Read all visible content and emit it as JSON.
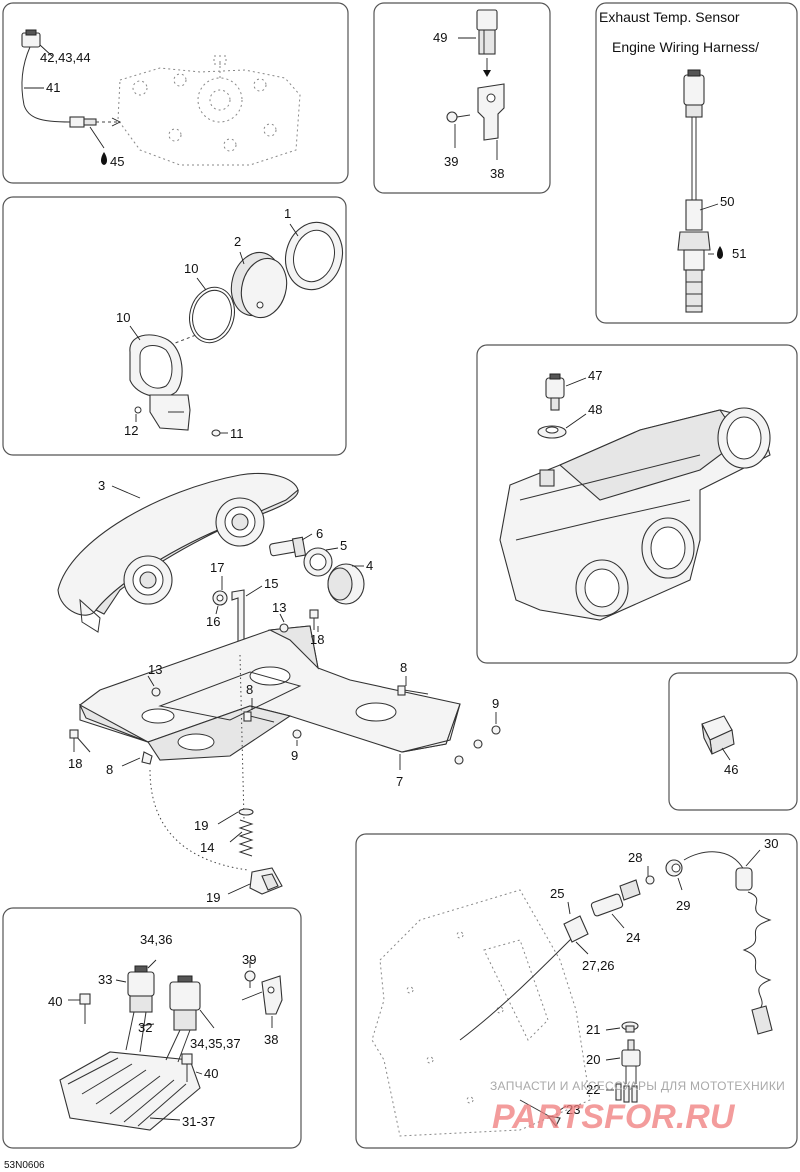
{
  "callouts": {
    "c1": "1",
    "c2": "2",
    "c3": "3",
    "c4": "4",
    "c5": "5",
    "c6": "6",
    "c7": "7",
    "c8": "8",
    "c9": "9",
    "c10": "10",
    "c11": "11",
    "c12": "12",
    "c13": "13",
    "c14": "14",
    "c15": "15",
    "c16": "16",
    "c17": "17",
    "c18": "18",
    "c19": "19",
    "c20": "20",
    "c21": "21",
    "c22": "22",
    "c23": "23",
    "c24": "24",
    "c25": "25",
    "c26": "27,26",
    "c28": "28",
    "c29": "29",
    "c30": "30",
    "c31": "31-37",
    "c32": "32",
    "c33": "33",
    "c34": "34,36",
    "c35": "34,35,37",
    "c38": "38",
    "c39": "39",
    "c40": "40",
    "c41": "41",
    "c42": "42,43,44",
    "c45": "45",
    "c46": "46",
    "c47": "47",
    "c48": "48",
    "c49": "49",
    "c50": "50",
    "c51": "51"
  },
  "headers": {
    "exhaust_sensor": "Exhaust Temp. Sensor",
    "harness": "Engine Wiring Harness/"
  },
  "diagram_code": "53N0606",
  "watermark": {
    "line1": "ЗАПЧАСТИ И АКСЕССУАРЫ ДЛЯ МОТОТЕХНИКИ",
    "line2": "PARTSFOR.RU"
  },
  "colors": {
    "line": "#333333",
    "watermark_red": "#f07c7c",
    "watermark_gray": "#a9a9a9"
  }
}
